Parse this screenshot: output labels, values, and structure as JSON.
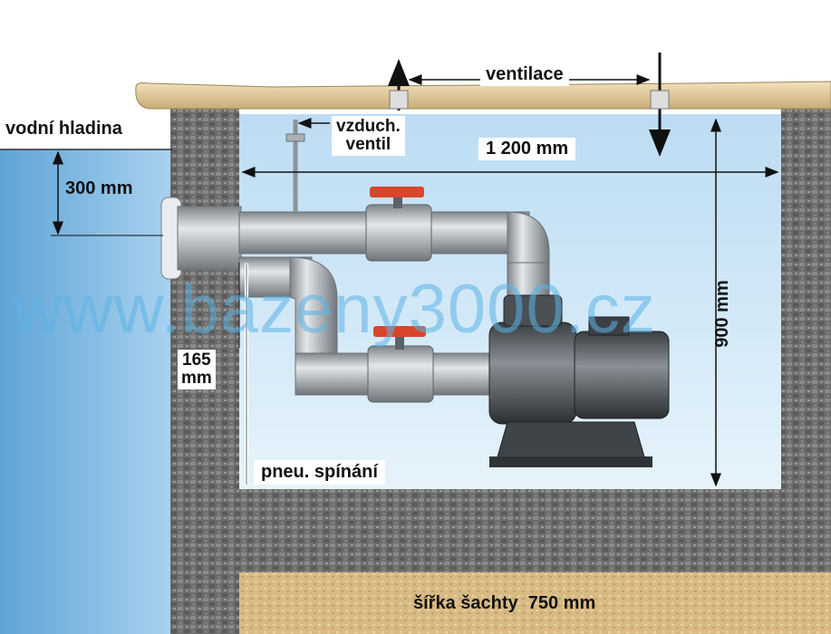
{
  "labels": {
    "ventilation": "ventilace",
    "air_valve": "vzduch.\nventil",
    "width_top": "1 200 mm",
    "water_level": "vodní hladina",
    "depth_300": "300 mm",
    "depth_165": "165\nmm",
    "height_900": "900 mm",
    "pneumatic_switch": "pneu. spínání",
    "shaft_width": "šířka šachty  750 mm"
  },
  "watermark": "www.bazeny3000.cz",
  "colors": {
    "pool_water": "#6aaedc",
    "chamber_water": "#cfe7f7",
    "stone": "#6e6e6e",
    "sand": "#d9bc86",
    "pipe": "#9ea4a8",
    "valve_handle": "#d9442a"
  }
}
